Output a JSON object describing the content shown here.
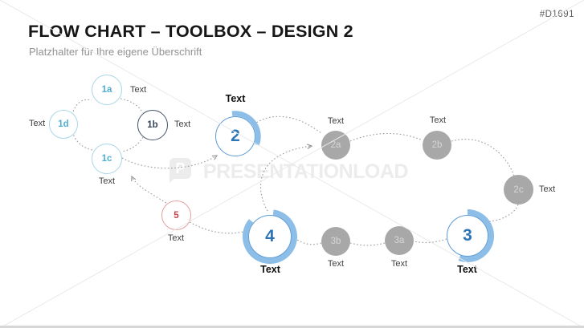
{
  "slide": {
    "code": "#D1691",
    "title": "FLOW CHART – TOOLBOX – DESIGN 2",
    "subtitle": "Platzhalter für Ihre eigene Überschrift"
  },
  "watermark": {
    "logo_letter": "P",
    "text": "PRESENTATIONLOAD"
  },
  "colors": {
    "accent_blue_number": "#2E75B6",
    "arc_light_blue": "#8DBEE8",
    "blue_node_outline": "#5B9BD5",
    "teal_node_text": "#4FAFD3",
    "teal_node_outline": "#A9D6E9",
    "dark_node_outline": "#44546A",
    "red_node_text": "#C9444B",
    "red_node_outline": "#E5A0A2",
    "gray_node_fill": "#A8A8A8",
    "gray_node_text": "#D6D6D6",
    "caption_text": "#3F3F3F",
    "watermark_gray": "#ECECEC"
  },
  "nodes": [
    {
      "id": "1a",
      "label": "1a",
      "caption": "Text",
      "style": "teal-outline"
    },
    {
      "id": "1b",
      "label": "1b",
      "caption": "Text",
      "style": "dark-outline"
    },
    {
      "id": "1c",
      "label": "1c",
      "caption": "Text",
      "style": "teal-outline"
    },
    {
      "id": "1d",
      "label": "1d",
      "caption": "Text",
      "style": "teal-outline"
    },
    {
      "id": "2",
      "label": "2",
      "caption": "Text",
      "style": "blue-arc"
    },
    {
      "id": "2a",
      "label": "2a",
      "caption": "Text",
      "style": "gray-filled"
    },
    {
      "id": "2b",
      "label": "2b",
      "caption": "Text",
      "style": "gray-filled"
    },
    {
      "id": "2c",
      "label": "2c",
      "caption": "Text",
      "style": "gray-filled"
    },
    {
      "id": "3",
      "label": "3",
      "caption": "Text",
      "style": "blue-arc"
    },
    {
      "id": "3a",
      "label": "3a",
      "caption": "Text",
      "style": "gray-filled"
    },
    {
      "id": "3b",
      "label": "3b",
      "caption": "Text",
      "style": "gray-filled"
    },
    {
      "id": "4",
      "label": "4",
      "caption": "Text",
      "style": "blue-arc"
    },
    {
      "id": "5",
      "label": "5",
      "caption": "Text",
      "style": "red-outline"
    }
  ]
}
